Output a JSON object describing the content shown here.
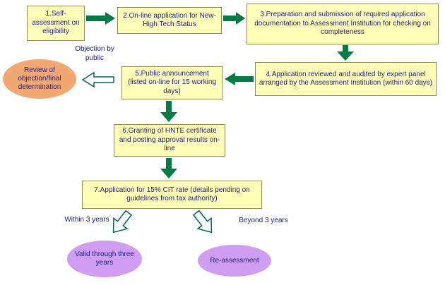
{
  "diagram": {
    "steps": {
      "s1": "1.Self-assessment on eligibility",
      "s2": "2.On-line application for New-High Tech Status",
      "s3": "3.Preparation and submission of required application documentation to Assessment Institution for checking on completeness",
      "s4": "4.Application reviewed and audited by expert panel arranged by the Assessment Institution (within 60 days)",
      "s5": "5.Public announcement (listed on-line for 15 working days)",
      "s6": "6.Granting of HNTE certificate and posting approval results on-line",
      "s7": "7.Application for 15% CIT rate (details pending on guidelines from tax authority)"
    },
    "annotations": {
      "objection": "Objection by public",
      "within_3_years": "Within 3 years",
      "beyond_3_years": "Beyond 3 years"
    },
    "terminals": {
      "review_objection": "Review of objection/final determination",
      "valid_three_years": "Valid through three years",
      "reassessment": "Re-assessment"
    },
    "colors": {
      "process_box_fill": "#FFFFB8",
      "process_box_border": "#8F8F4A",
      "solid_arrow": "#007B45",
      "hollow_arrow_outline": "#006650",
      "objection_ellipse": "#F2A873",
      "outcome_ellipse": "#CF9EF2",
      "text": "#1C1C8C"
    }
  }
}
